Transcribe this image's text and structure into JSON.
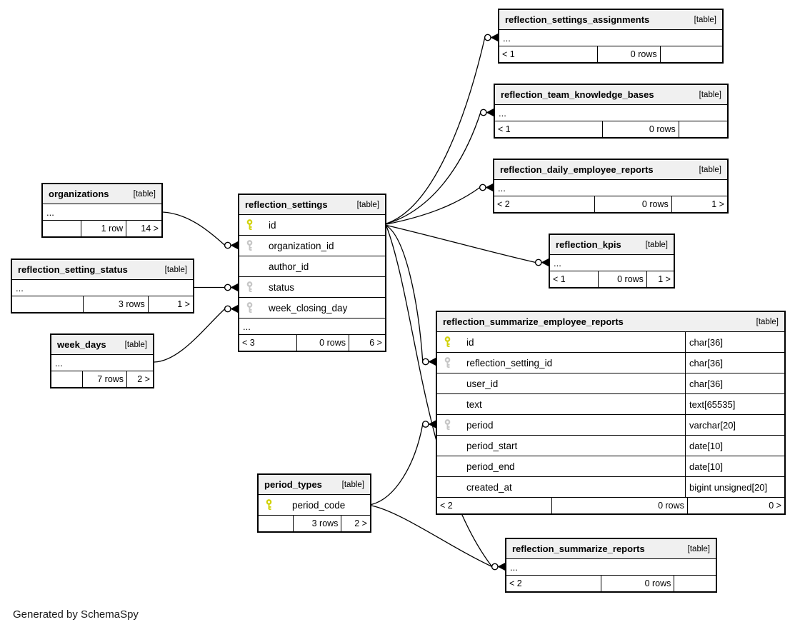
{
  "table_tag": "[table]",
  "credit": "Generated by SchemaSpy",
  "ellipsis": "...",
  "accent_colors": {
    "primary_key": "#d2d20a",
    "foreign_key": "#c6c6c6",
    "header_bg": "#f0f0f0",
    "line": "#000000"
  },
  "tables": {
    "assignments": {
      "name": "reflection_settings_assignments",
      "footer": {
        "parents": "< 1",
        "rows": "0 rows",
        "children": ""
      }
    },
    "knowledge_bases": {
      "name": "reflection_team_knowledge_bases",
      "footer": {
        "parents": "< 1",
        "rows": "0 rows",
        "children": ""
      }
    },
    "daily_reports": {
      "name": "reflection_daily_employee_reports",
      "footer": {
        "parents": "< 2",
        "rows": "0 rows",
        "children": "1 >"
      }
    },
    "kpis": {
      "name": "reflection_kpis",
      "footer": {
        "parents": "< 1",
        "rows": "0 rows",
        "children": "1 >"
      }
    },
    "summarize_employee": {
      "name": "reflection_summarize_employee_reports",
      "columns": [
        {
          "name": "id",
          "type": "char[36]",
          "key": "pk"
        },
        {
          "name": "reflection_setting_id",
          "type": "char[36]",
          "key": "fk"
        },
        {
          "name": "user_id",
          "type": "char[36]",
          "key": ""
        },
        {
          "name": "text",
          "type": "text[65535]",
          "key": ""
        },
        {
          "name": "period",
          "type": "varchar[20]",
          "key": "fk"
        },
        {
          "name": "period_start",
          "type": "date[10]",
          "key": ""
        },
        {
          "name": "period_end",
          "type": "date[10]",
          "key": ""
        },
        {
          "name": "created_at",
          "type": "bigint unsigned[20]",
          "key": ""
        }
      ],
      "footer": {
        "parents": "< 2",
        "rows": "0 rows",
        "children": "0 >"
      }
    },
    "settings": {
      "name": "reflection_settings",
      "columns": [
        {
          "name": "id",
          "key": "pk"
        },
        {
          "name": "organization_id",
          "key": "fk"
        },
        {
          "name": "author_id",
          "key": ""
        },
        {
          "name": "status",
          "key": "fk"
        },
        {
          "name": "week_closing_day",
          "key": "fk"
        }
      ],
      "footer": {
        "parents": "< 3",
        "rows": "0 rows",
        "children": "6 >"
      }
    },
    "organizations": {
      "name": "organizations",
      "footer": {
        "parents": "",
        "rows": "1 row",
        "children": "14 >"
      }
    },
    "setting_status": {
      "name": "reflection_setting_status",
      "footer": {
        "parents": "",
        "rows": "3 rows",
        "children": "1 >"
      }
    },
    "week_days": {
      "name": "week_days",
      "footer": {
        "parents": "",
        "rows": "7 rows",
        "children": "2 >"
      }
    },
    "period_types": {
      "name": "period_types",
      "columns": [
        {
          "name": "period_code",
          "key": "pk"
        }
      ],
      "footer": {
        "parents": "",
        "rows": "3 rows",
        "children": "2 >"
      }
    },
    "summarize_reports": {
      "name": "reflection_summarize_reports",
      "footer": {
        "parents": "< 2",
        "rows": "0 rows",
        "children": ""
      }
    }
  }
}
